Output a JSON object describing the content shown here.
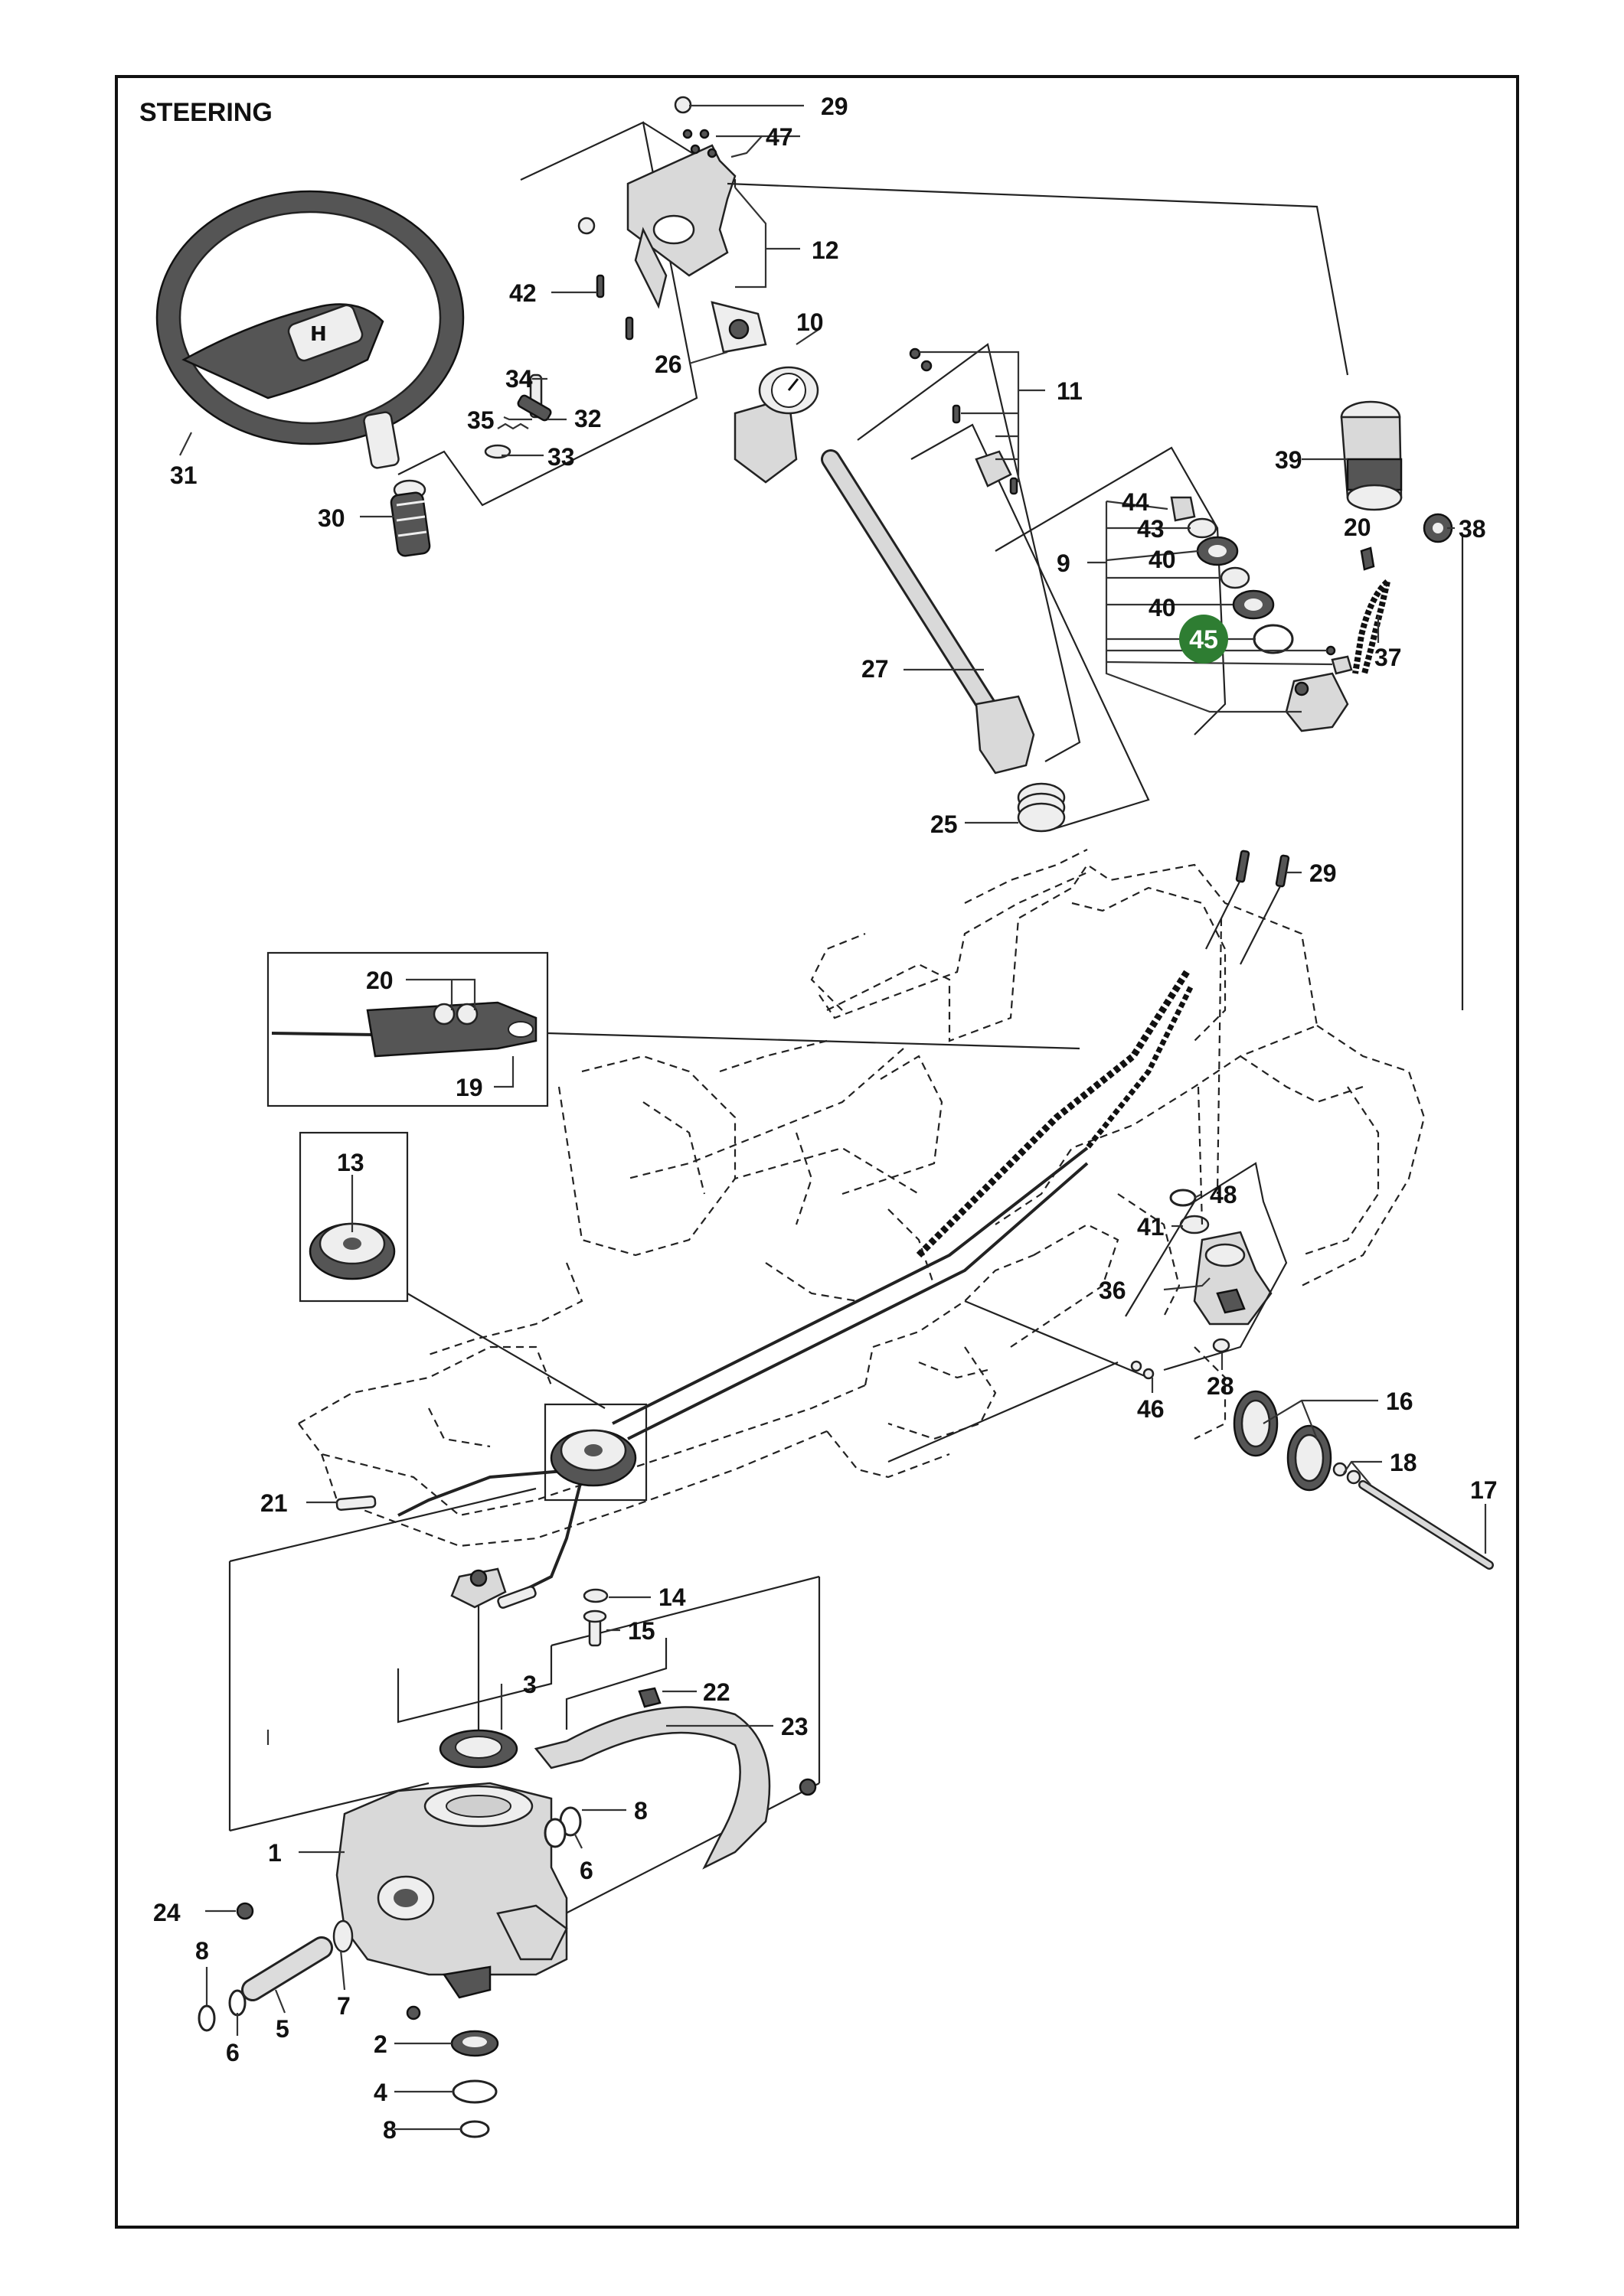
{
  "title": "STEERING",
  "highlight": {
    "label": "45",
    "color": "#2e7d32"
  },
  "labels": {
    "l29a": "29",
    "l47": "47",
    "l12": "12",
    "l42": "42",
    "l10": "10",
    "l26": "26",
    "l34": "34",
    "l35": "35",
    "l32": "32",
    "l33": "33",
    "l31": "31",
    "l30": "30",
    "l11": "11",
    "l44": "44",
    "l43": "43",
    "l9": "9",
    "l40a": "40",
    "l40b": "40",
    "l39": "39",
    "l20a": "20",
    "l38": "38",
    "l37": "37",
    "l27": "27",
    "l25": "25",
    "l29b": "29",
    "l20b": "20",
    "l19": "19",
    "l13": "13",
    "l48": "48",
    "l41": "41",
    "l36": "36",
    "l28": "28",
    "l16": "16",
    "l46": "46",
    "l18": "18",
    "l17": "17",
    "l21": "21",
    "l14": "14",
    "l15": "15",
    "l3": "3",
    "l22": "22",
    "l23": "23",
    "l8a": "8",
    "l1": "1",
    "l6a": "6",
    "l24": "24",
    "l8b": "8",
    "l6b": "6",
    "l5": "5",
    "l7": "7",
    "l2": "2",
    "l4": "4",
    "l8c": "8"
  }
}
